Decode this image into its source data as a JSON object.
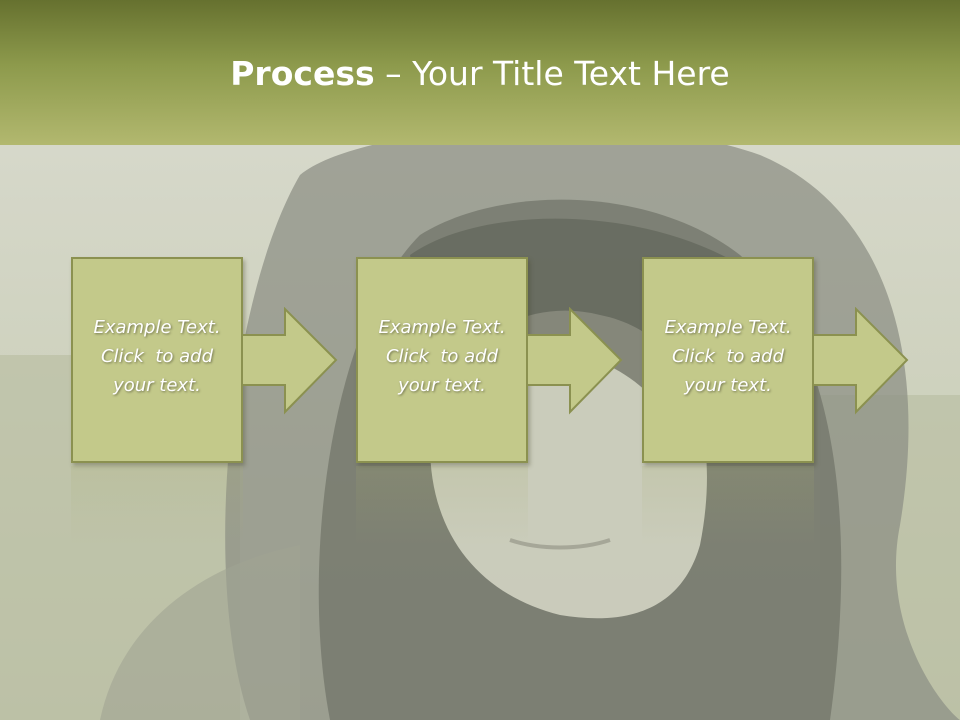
{
  "title": {
    "bold": "Process",
    "rest": " – Your Title Text Here"
  },
  "steps": [
    {
      "line1": "Example Text.",
      "line2": "Click  to add",
      "line3": "your text."
    },
    {
      "line1": "Example Text.",
      "line2": "Click  to add",
      "line3": "your text."
    },
    {
      "line1": "Example Text.",
      "line2": "Click  to add",
      "line3": "your text."
    }
  ],
  "colors": {
    "header_top": "#66712f",
    "header_bottom": "#b2b86f",
    "box_fill": "#c3c98a",
    "box_border": "#8b9150"
  },
  "icons": [
    "right-arrow-icon"
  ]
}
